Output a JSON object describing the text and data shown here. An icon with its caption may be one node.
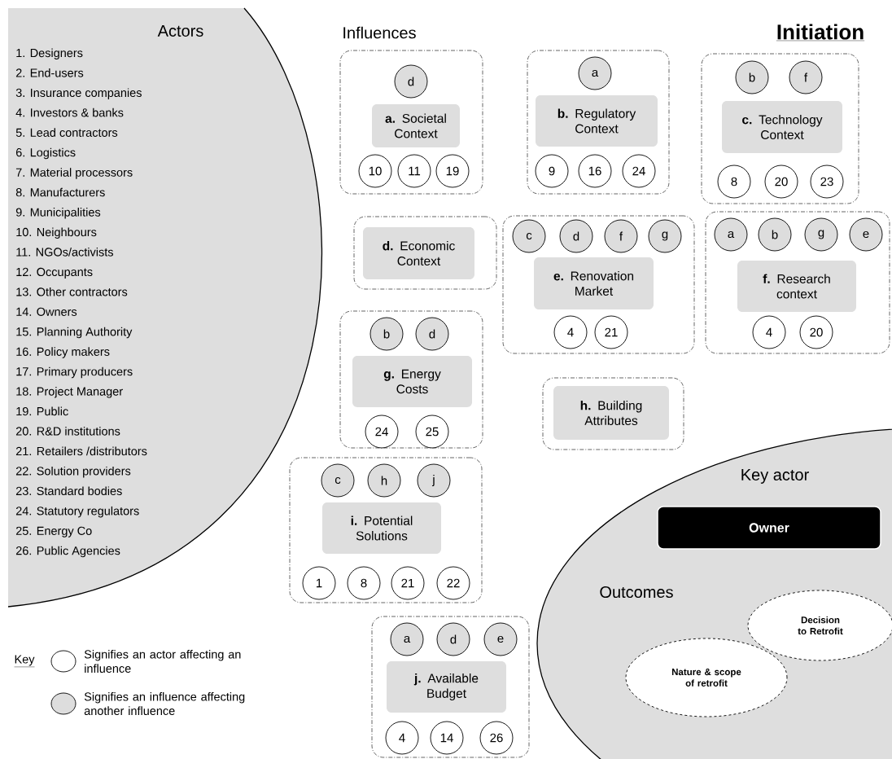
{
  "diagram": {
    "title": "Initiation",
    "nodes": [
      {
        "text": [
          "Actors",
          "1. Designers",
          "2. End-users",
          "3. Insurance companies",
          "4. Investors & banks",
          "5. Lead contractors",
          "6. Logistics",
          "7. Material processors",
          "8. Manufacturers",
          "9. Municipalities",
          "10. Neighbours",
          "11. NGOs/activists",
          "12. Occupants",
          "13. Other contractors",
          "14. Owners",
          "15. Planning Authority",
          "16. Policy makers",
          "17. Primary producers",
          "18. Project Manager",
          "19. Public",
          "20. R&D institutions",
          "21. Retailers /distributors",
          "22. Solution providers",
          "23. Standard bodies",
          "24. Statutory regulators",
          "25. Energy Co",
          "26. Public Agencies"
        ]
      },
      {
        "text": [],
        "shape": "box"
      },
      {
        "text": [
          "d"
        ],
        "in": 1
      },
      {
        "text": [
          "**a.** Societal Context"
        ],
        "in": 1
      },
      {
        "text": [
          "10"
        ],
        "in": 1
      },
      {
        "text": [
          "11"
        ],
        "in": 1
      },
      {
        "text": [
          "19"
        ],
        "in": 1
      },
      {
        "text": [],
        "shape": "box"
      },
      {
        "text": [
          "a"
        ],
        "in": 7
      },
      {
        "text": [
          "**b.** Regulatory Context"
        ],
        "in": 7
      },
      {
        "text": [
          "9"
        ],
        "in": 7
      },
      {
        "text": [
          "16"
        ],
        "in": 7
      },
      {
        "text": [
          "24"
        ],
        "in": 7
      },
      {
        "text": [],
        "shape": "box"
      },
      {
        "text": [
          "b"
        ],
        "in": 13
      },
      {
        "text": [
          "f"
        ],
        "in": 13
      },
      {
        "text": [
          "**c.** Technology Context"
        ],
        "in": 13
      },
      {
        "text": [
          "8"
        ],
        "in": 13
      },
      {
        "text": [
          "20"
        ],
        "in": 13
      },
      {
        "text": [
          "23"
        ],
        "in": 13
      },
      {
        "text": [],
        "shape": "box"
      },
      {
        "text": [
          "**d.** Economic Context"
        ],
        "in": 20
      },
      {
        "text": [],
        "shape": "box"
      },
      {
        "text": [
          "c"
        ],
        "in": 22
      },
      {
        "text": [
          "d"
        ],
        "in": 22
      },
      {
        "text": [
          "f"
        ],
        "in": 22
      },
      {
        "text": [
          "g"
        ],
        "in": 22
      },
      {
        "text": [
          "**e.** Renovation Market"
        ],
        "in": 22
      },
      {
        "text": [
          "4"
        ],
        "in": 22
      },
      {
        "text": [
          "21"
        ],
        "in": 22
      },
      {
        "text": [],
        "shape": "box"
      },
      {
        "text": [
          "a"
        ],
        "in": 30
      },
      {
        "text": [
          "b"
        ],
        "in": 30
      },
      {
        "text": [
          "g"
        ],
        "in": 30
      },
      {
        "text": [
          "e"
        ],
        "in": 30
      },
      {
        "text": [
          "**f.** Research context"
        ],
        "in": 30
      },
      {
        "text": [
          "4"
        ],
        "in": 30
      },
      {
        "text": [
          "20"
        ],
        "in": 30
      },
      {
        "text": [],
        "shape": "box"
      },
      {
        "text": [
          "b"
        ],
        "in": 38
      },
      {
        "text": [
          "d"
        ],
        "in": 38
      },
      {
        "text": [
          "**g.** Energy Costs"
        ],
        "in": 38
      },
      {
        "text": [
          "24"
        ],
        "in": 38
      },
      {
        "text": [
          "25"
        ],
        "in": 38
      },
      {
        "text": [],
        "shape": "box"
      },
      {
        "text": [
          "**h.** Building Attributes"
        ],
        "in": 44
      },
      {
        "text": [],
        "shape": "box"
      },
      {
        "text": [
          "c"
        ],
        "in": 46
      },
      {
        "text": [
          "h"
        ],
        "in": 46
      },
      {
        "text": [
          "j"
        ],
        "in": 46
      },
      {
        "text": [
          "**i.** Potential Solutions"
        ],
        "in": 46
      },
      {
        "text": [
          "1"
        ],
        "in": 46
      },
      {
        "text": [
          "8"
        ],
        "in": 46
      },
      {
        "text": [
          "21"
        ],
        "in": 46
      },
      {
        "text": [
          "22"
        ],
        "in": 46
      },
      {
        "text": [],
        "shape": "box"
      },
      {
        "text": [
          "a"
        ],
        "in": 55
      },
      {
        "text": [
          "d"
        ],
        "in": 55
      },
      {
        "text": [
          "e"
        ],
        "in": 55
      },
      {
        "text": [
          "**j.** Available Budget"
        ],
        "in": 55
      },
      {
        "text": [
          "4"
        ],
        "in": 55
      },
      {
        "text": [
          "14"
        ],
        "in": 55
      },
      {
        "text": [
          "26"
        ],
        "in": 55
      },
      {
        "text": [
          "Key actor",
          "Outcomes"
        ]
      },
      {
        "text": [
          "Owner"
        ],
        "in": 63
      },
      {
        "text": [
          "Decision to Retrofit"
        ],
        "in": 63
      },
      {
        "text": [
          "Nature & scope of retrofit"
        ],
        "in": 63
      }
    ],
    "labels": [
      "Influences",
      "Key"
    ],
    "legend": [
      {
        "text": "Signifies an actor affecting an influence"
      },
      {
        "text": "Signifies an influence affecting another influence",
        "color": "#dddddd"
      }
    ]
  }
}
